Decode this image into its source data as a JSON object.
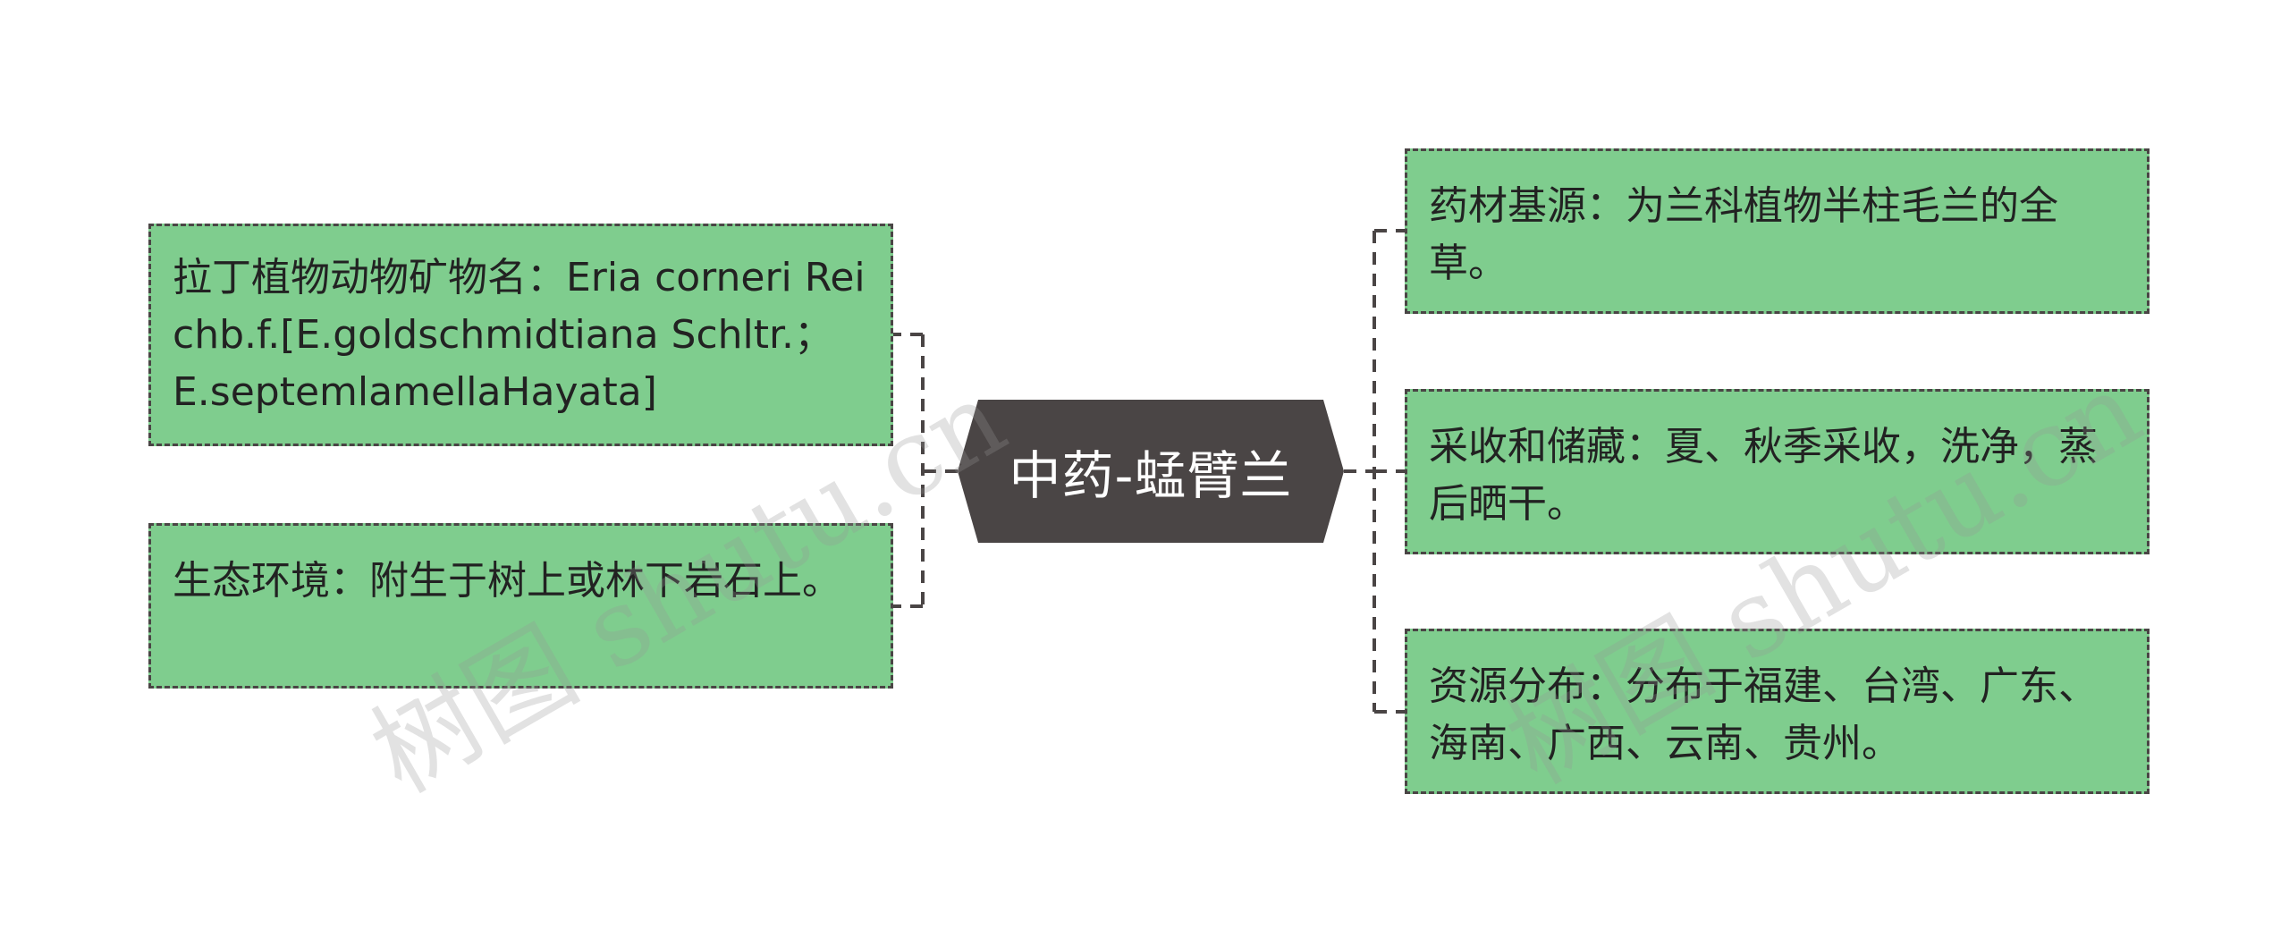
{
  "center": {
    "label": "中药-蜢臂兰"
  },
  "left_nodes": [
    {
      "text": "拉丁植物动物矿物名：Eria corneri Reichb.f.[E.goldschmidtiana Schltr.；E.septemlamellaHayata]"
    },
    {
      "text": "生态环境：附生于树上或林下岩石上。"
    }
  ],
  "right_nodes": [
    {
      "text": "药材基源：为兰科植物半柱毛兰的全草。"
    },
    {
      "text": "采收和储藏：夏、秋季采收，洗净，蒸后晒干。"
    },
    {
      "text": "资源分布：分布于福建、台湾、广东、海南、广西、云南、贵州。"
    }
  ],
  "watermarks": [
    {
      "text": "树图 shutu.cn"
    },
    {
      "text": "树图 shutu.cn"
    }
  ],
  "colors": {
    "node_fill": "#7fcd8e",
    "node_border": "#4a4545",
    "center_fill": "#4a4545",
    "center_text": "#ffffff",
    "connector": "#4a4545"
  }
}
